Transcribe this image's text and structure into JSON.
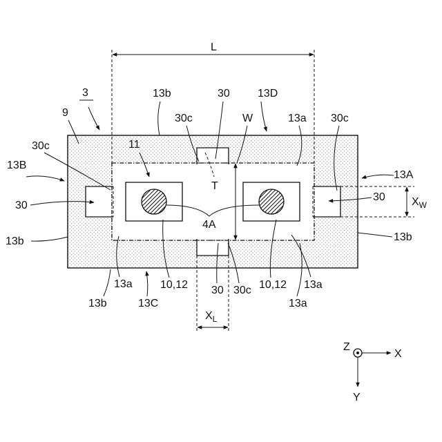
{
  "figure": {
    "ref_3": "3",
    "ref_9": "9",
    "ref_11": "11",
    "dim_L": "L",
    "dim_W": "W",
    "dim_T": "T",
    "dim_XW": "X",
    "dim_XW_sub": "W",
    "dim_XL": "X",
    "dim_XL_sub": "L",
    "ref_4A": "4A",
    "ref_13A": "13A",
    "ref_13B": "13B",
    "ref_13C": "13C",
    "ref_13D": "13D",
    "ref_13a": "13a",
    "ref_13b": "13b",
    "ref_30": "30",
    "ref_30c": "30c",
    "ref_10_12": "10,12"
  },
  "axes": {
    "z": "Z",
    "x": "X",
    "y": "Y"
  },
  "colors": {
    "line": "#111111",
    "stipple": "#888888",
    "hatch": "#111111",
    "background": "#ffffff"
  }
}
